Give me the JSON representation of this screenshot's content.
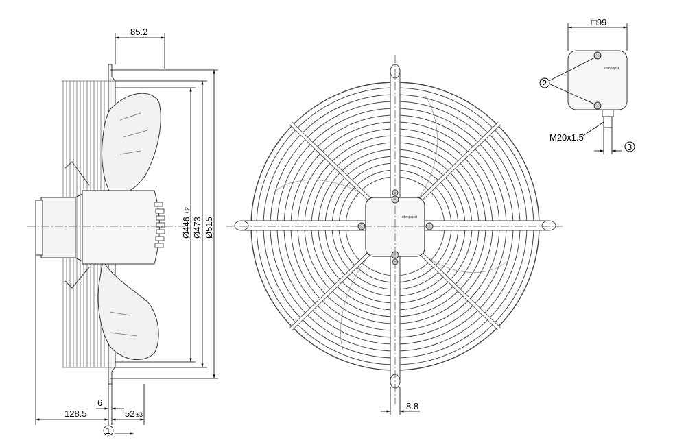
{
  "drawing": {
    "side_view": {
      "dims": {
        "top_offset": "85.2",
        "dia_inner": "Ø446",
        "dia_inner_tol": "±2",
        "dia_mid": "Ø473",
        "dia_outer": "Ø515",
        "bottom_left": "128.5",
        "bottom_small": "6",
        "bottom_right": "52",
        "bottom_right_tol": "±3"
      },
      "callout_1": "1"
    },
    "front_view": {
      "dim_bottom": "8.8",
      "brand_text": "ebmpapst"
    },
    "terminal_box": {
      "dim_top": "□99",
      "thread": "M20x1.5",
      "callout_2": "2",
      "callout_3": "3",
      "brand_text": "ebmpapst"
    }
  }
}
